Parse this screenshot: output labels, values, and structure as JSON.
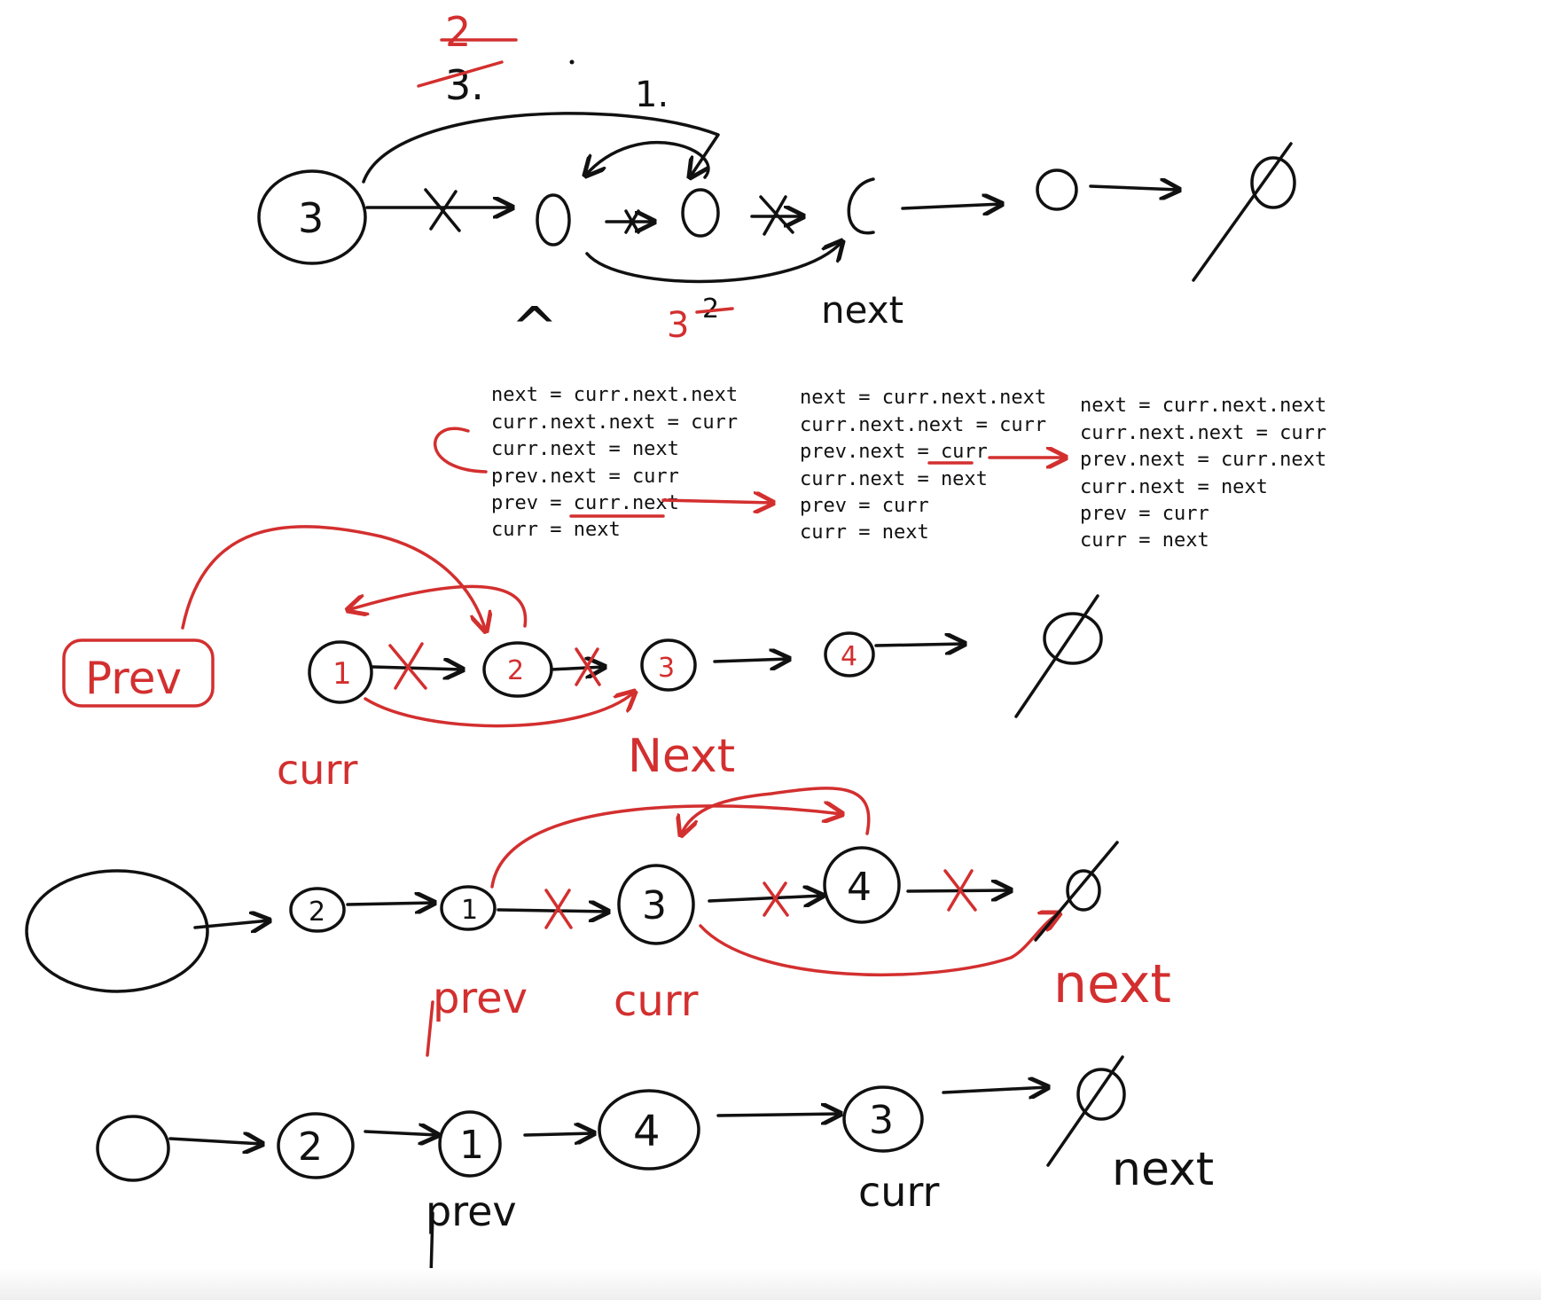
{
  "colors": {
    "ink": "#111111",
    "accent": "#d32f2f"
  },
  "diagram1": {
    "head_node": "3",
    "null_symbol": "∅",
    "label_next": "next",
    "step_one": "1.",
    "step_two_corrected": "2",
    "step_two_struck": "3.",
    "step_three": "3",
    "step_three_struck": "2",
    "pointer_mark": "^"
  },
  "code_blocks": [
    [
      "next = curr.next.next",
      "curr.next.next = curr",
      "curr.next = next",
      "prev.next = curr",
      "prev = curr.next",
      "curr = next"
    ],
    [
      "next = curr.next.next",
      "curr.next.next = curr",
      "prev.next = curr",
      "curr.next = next",
      "prev = curr",
      "curr = next"
    ],
    [
      "next = curr.next.next",
      "curr.next.next = curr",
      "prev.next = curr.next",
      "curr.next = next",
      "prev = curr",
      "curr = next"
    ]
  ],
  "diagram2": {
    "nodes": [
      "1",
      "2",
      "3",
      "4"
    ],
    "null_symbol": "∅",
    "label_prev": "Prev",
    "label_curr": "curr",
    "label_next": "Next"
  },
  "diagram3": {
    "nodes": [
      "2",
      "1",
      "3",
      "4"
    ],
    "null_symbol": "∅",
    "label_prev": "prev",
    "label_curr": "curr",
    "label_next": "next"
  },
  "diagram4": {
    "nodes": [
      "2",
      "1",
      "4",
      "3"
    ],
    "null_symbol": "∅",
    "label_prev": "prev",
    "label_curr": "curr",
    "label_next": "next"
  }
}
